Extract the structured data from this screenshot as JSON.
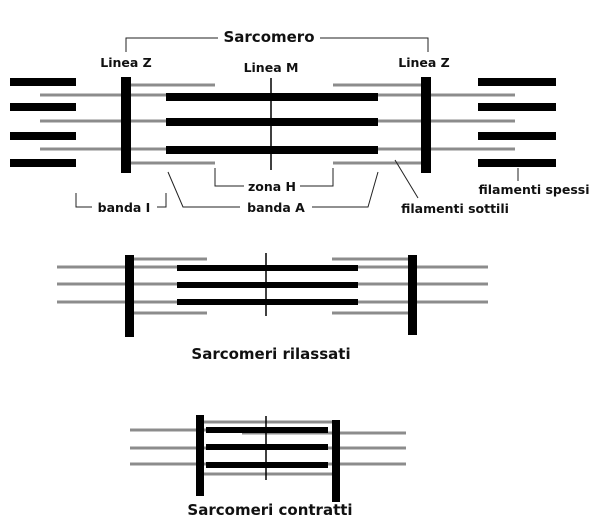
{
  "labels": {
    "sarcomero": "Sarcomero",
    "linea_z_left": "Linea Z",
    "linea_m": "Linea M",
    "linea_z_right": "Linea Z",
    "zona_h": "zona H",
    "banda_i": "banda I",
    "banda_a": "banda A",
    "filamenti_spessi": "filamenti spessi",
    "filamenti_sottili": "filamenti sottili",
    "sarcomeri_rilassati": "Sarcomeri rilassati",
    "sarcomeri_contratti": "Sarcomeri contratti"
  },
  "colors": {
    "thick_filament": "#000000",
    "thin_filament": "#8c8c8c",
    "z_disc": "#000000",
    "text": "#111111"
  }
}
